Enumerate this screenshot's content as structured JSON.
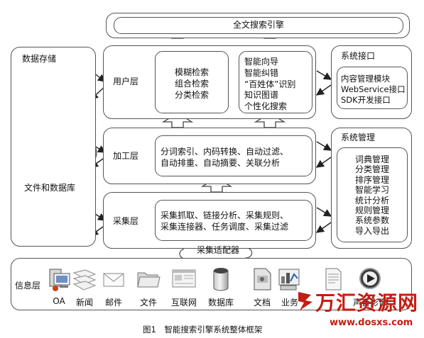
{
  "fulltext_engine": "全文搜索引擎",
  "data_storage": {
    "title": "数据存储",
    "db_label": "文件和数据库"
  },
  "layers": {
    "user": {
      "label": "用户层",
      "search_types": [
        "模糊检索",
        "组合检索",
        "分类检索"
      ],
      "features": [
        "智能向导",
        "智能纠错",
        "“百姓体”识别",
        "知识图谱",
        "个性化搜索"
      ]
    },
    "processing": {
      "label": "加工层",
      "lines": [
        "分词索引、内码转换、自动过滤、",
        "自动排重、自动摘要、关联分析"
      ]
    },
    "collection": {
      "label": "采集层",
      "lines": [
        "采集抓取、链接分析、采集规则、",
        "采集连接器、任务调度、采集过滤"
      ]
    }
  },
  "adapter": "采集适配器",
  "system_interface": {
    "title": "系统接口",
    "items": [
      "内容管理模块",
      "WebService接口",
      "SDK开发接口"
    ]
  },
  "system_management": {
    "title": "系统管理",
    "items": [
      "词典管理",
      "分类管理",
      "排序管理",
      "智能学习",
      "统计分析",
      "规则管理",
      "系统参数",
      "导入导出"
    ]
  },
  "info_layer": {
    "label": "信息层",
    "sources": [
      {
        "name": "OA",
        "icon": "monitor-icon"
      },
      {
        "name": "新闻",
        "icon": "news-icon"
      },
      {
        "name": "邮件",
        "icon": "mail-icon"
      },
      {
        "name": "文件",
        "icon": "folder-icon"
      },
      {
        "name": "互联网",
        "icon": "webpage-icon"
      },
      {
        "name": "数据库",
        "icon": "database-icon"
      },
      {
        "name": "文档",
        "icon": "document-icon"
      },
      {
        "name": "业务",
        "icon": "chart-icon"
      },
      {
        "name": "",
        "icon": "page-icon"
      },
      {
        "name": "声音影像",
        "icon": "media-play-icon"
      }
    ]
  },
  "caption": "图1　智能搜索引擎系统整体框架",
  "watermark": {
    "brand": "万汇资源网",
    "url": "www.dosxs.com"
  }
}
